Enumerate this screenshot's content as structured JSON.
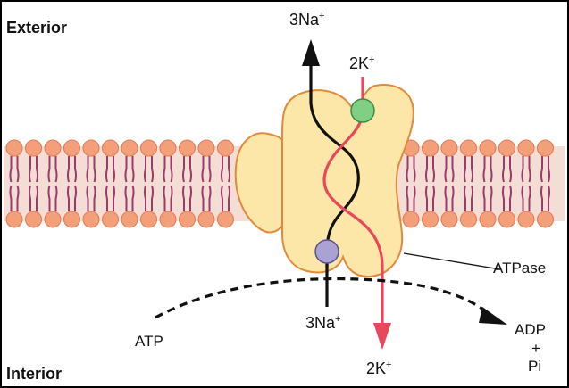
{
  "labels": {
    "exterior": "Exterior",
    "interior": "Interior",
    "na_out": {
      "base": "3Na",
      "charge": "+"
    },
    "k_in_top": {
      "base": "2K",
      "charge": "+"
    },
    "na_in": {
      "base": "3Na",
      "charge": "+"
    },
    "k_out_bottom": {
      "base": "2K",
      "charge": "+"
    },
    "enzyme": "ATPase",
    "atp": "ATP",
    "adp": "ADP",
    "plus": "+",
    "pi": "Pi"
  },
  "colors": {
    "membrane_band": "#f3ddd5",
    "lipid_head": "#f3a07a",
    "lipid_head_stroke": "#e07a55",
    "lipid_tail": "#9a3b6a",
    "protein_fill": "#fde7a8",
    "protein_stroke": "#e08a3c",
    "sodium_path": "#111111",
    "potassium_path": "#e8485c",
    "potassium_ball": "#7fcf85",
    "sodium_ball": "#a9a2d2",
    "atp_arrow": "#111111"
  }
}
